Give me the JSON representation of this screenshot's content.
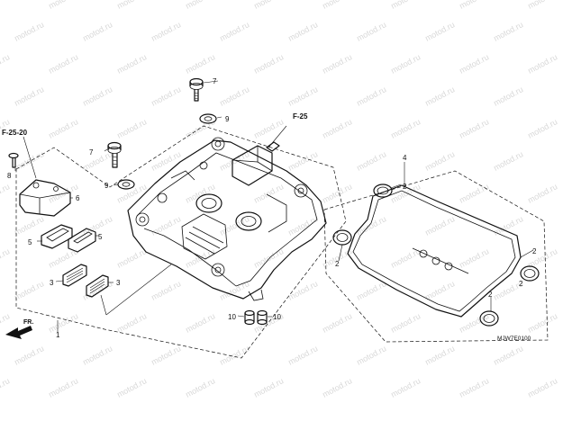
{
  "watermark": "motod.ru",
  "refs": {
    "frame_ref": "F-25-20",
    "breather_ref": "F-25"
  },
  "diagram_code": "MJW7E0100",
  "front_label": "FR.",
  "callouts": {
    "p1": "1",
    "p2a": "2",
    "p2b": "2",
    "p2c": "2",
    "p2d": "2",
    "p2e": "2",
    "p3a": "3",
    "p3b": "3",
    "p4": "4",
    "p5a": "5",
    "p5b": "5",
    "p6": "6",
    "p7a": "7",
    "p7b": "7",
    "p8": "8",
    "p9a": "9",
    "p9b": "9",
    "p10a": "10",
    "p10b": "10"
  }
}
